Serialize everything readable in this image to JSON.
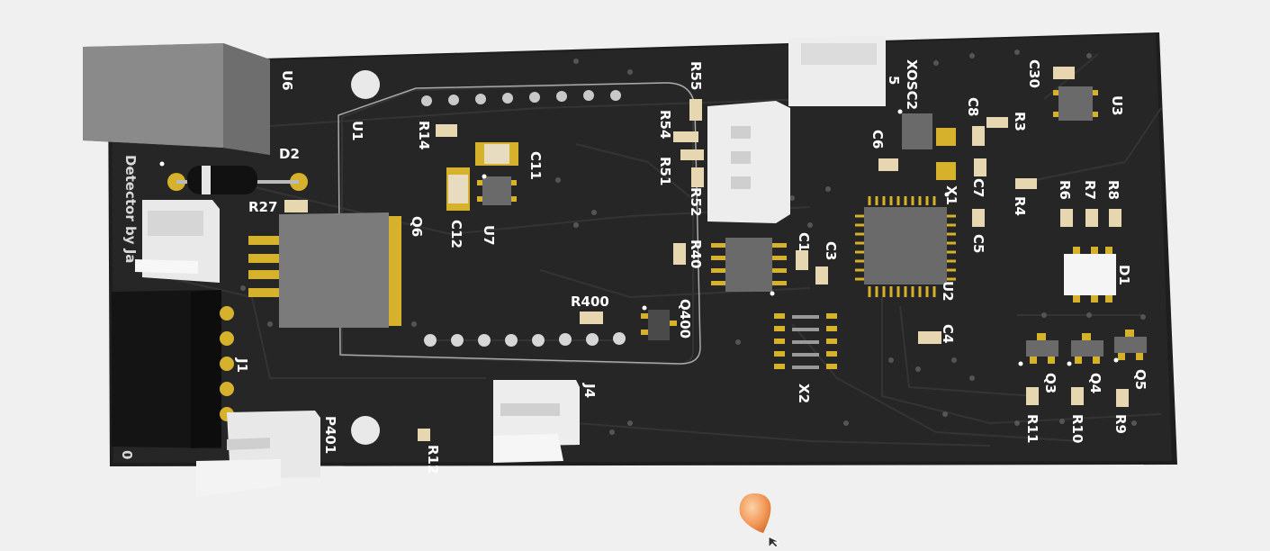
{
  "board": {
    "silkscreen_text": "Detector by Ja",
    "corner_mark": "0"
  },
  "components": {
    "U6": "U6",
    "D2": "D2",
    "R27": "R27",
    "Q6": "Q6",
    "U1": "U1",
    "R14": "R14",
    "C11": "C11",
    "C12": "C12",
    "U7": "U7",
    "R55": "R55",
    "R54": "R54",
    "R51": "R51",
    "R52": "R52",
    "R40": "R40",
    "R400": "R400",
    "Q400": "Q400",
    "J1": "J1",
    "J4": "J4",
    "P401": "P401",
    "R12": "R12",
    "XOSC2": "XOSC2",
    "C6": "C6",
    "C8": "C8",
    "R3": "R3",
    "C7": "C7",
    "X1": "X1",
    "C5": "C5",
    "C1": "C1",
    "C3": "C3",
    "U2": "U2",
    "C4": "C4",
    "X2": "X2",
    "C30": "C30",
    "U3": "U3",
    "R4": "R4",
    "R6": "R6",
    "R7": "R7",
    "R8": "R8",
    "D1": "D1",
    "Q3": "Q3",
    "Q4": "Q4",
    "Q5": "Q5",
    "R11": "R11",
    "R10": "R10",
    "R9": "R9",
    "J5_partial": "5"
  },
  "colors": {
    "background": "#f0f0f0",
    "board": "#262626",
    "pad_gold": "#d6b12c",
    "silkscreen": "#ffffff",
    "connector_white": "#f2f2f2",
    "chip_gray": "#6a6a6a",
    "cursor_orange": "#f39a5a"
  }
}
